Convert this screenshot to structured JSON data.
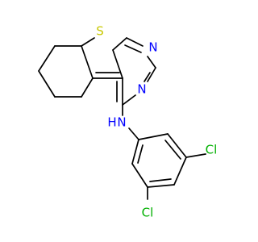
{
  "colors": {
    "background": "#ffffff",
    "bond": "#000000",
    "sulfur": "#c8c800",
    "nitrogen": "#0000ff",
    "chlorine": "#00b000"
  },
  "atoms": {
    "sulfur": "S",
    "n_top": "N",
    "n_ring": "N",
    "n_amine": "N",
    "h_amine": "H",
    "cl_top": "Cl",
    "cl_bottom": "Cl"
  }
}
